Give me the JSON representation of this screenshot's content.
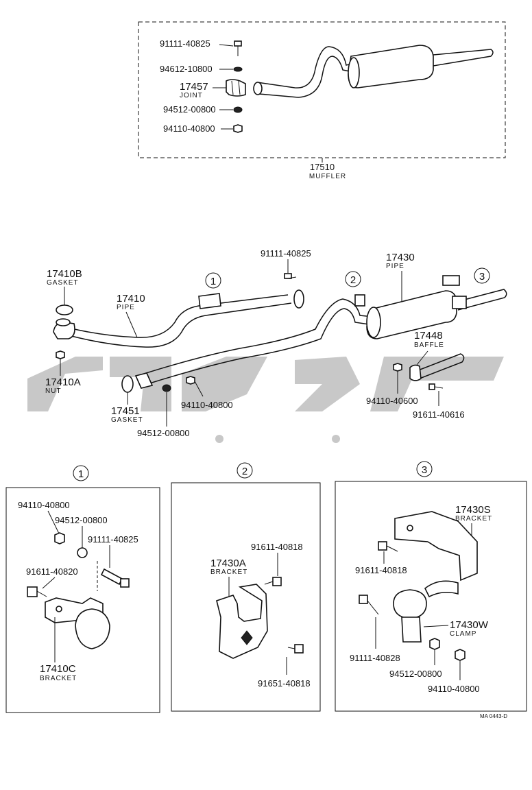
{
  "drawing_code": "MA 0443-D",
  "watermark_text": "سایپا",
  "muffler_box": {
    "title": {
      "part": "17510",
      "desc": "MUFFLER"
    },
    "parts": [
      {
        "part": "91111-40825"
      },
      {
        "part": "94612-10800"
      },
      {
        "part": "17457",
        "desc": "JOINT"
      },
      {
        "part": "94512-00800"
      },
      {
        "part": "94110-40800"
      }
    ]
  },
  "main": {
    "pipe_17410": {
      "part": "17410",
      "desc": "PIPE"
    },
    "gasket_17410B": {
      "part": "17410B",
      "desc": "GASKET"
    },
    "nut_17410A": {
      "part": "17410A",
      "desc": "NUT"
    },
    "gasket_17451": {
      "part": "17451",
      "desc": "GASKET"
    },
    "pipe_17430": {
      "part": "17430",
      "desc": "PIPE"
    },
    "baffle_17448": {
      "part": "17448",
      "desc": "BAFFLE"
    },
    "bolt_top": {
      "part": "91111-40825"
    },
    "nut_mid": {
      "part": "94110-40800"
    },
    "washer_mid": {
      "part": "94512-00800"
    },
    "nut_baffle": {
      "part": "94110-40600"
    },
    "bolt_baffle": {
      "part": "91611-40616"
    },
    "callouts": [
      "1",
      "2",
      "3"
    ]
  },
  "detail1": {
    "callout": "1",
    "parts": [
      {
        "part": "94110-40800"
      },
      {
        "part": "94512-00800"
      },
      {
        "part": "91111-40825"
      },
      {
        "part": "91611-40820"
      },
      {
        "part": "17410C",
        "desc": "BRACKET"
      }
    ]
  },
  "detail2": {
    "callout": "2",
    "parts": [
      {
        "part": "91611-40818"
      },
      {
        "part": "17430A",
        "desc": "BRACKET"
      },
      {
        "part": "91651-40818"
      }
    ]
  },
  "detail3": {
    "callout": "3",
    "parts": [
      {
        "part": "17430S",
        "desc": "BRACKET"
      },
      {
        "part": "91611-40818"
      },
      {
        "part": "17430W",
        "desc": "CLAMP"
      },
      {
        "part": "91111-40828"
      },
      {
        "part": "94512-00800"
      },
      {
        "part": "94110-40800"
      }
    ]
  }
}
